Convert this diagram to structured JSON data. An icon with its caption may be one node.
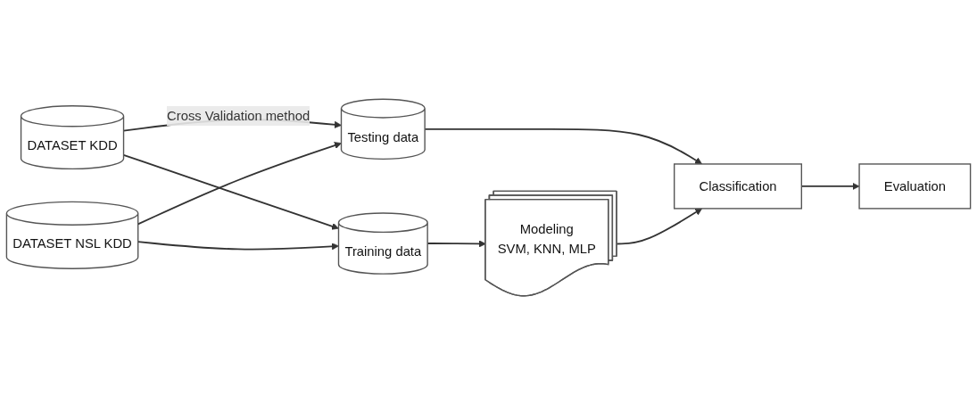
{
  "diagram": {
    "nodes": [
      {
        "text": [
          "DATASET KDD"
        ]
      },
      {
        "text": [
          "DATASET NSL KDD"
        ]
      },
      {
        "text": [
          "Testing data"
        ]
      },
      {
        "text": [
          "Training data"
        ]
      },
      {
        "text": [
          "Classification"
        ]
      },
      {
        "text": [
          "Evaluation"
        ]
      },
      {
        "text": [
          "Modeling",
          "SVM, KNN, MLP"
        ]
      }
    ],
    "edges": [
      {
        "from": 0,
        "to": 2,
        "arrow": "to",
        "label": "Cross Validation method"
      },
      {
        "from": 0,
        "to": 3,
        "arrow": "to"
      },
      {
        "from": 1,
        "to": 2,
        "arrow": "to"
      },
      {
        "from": 1,
        "to": 3,
        "arrow": "to"
      },
      {
        "from": 2,
        "to": 4,
        "arrow": "to"
      },
      {
        "from": 3,
        "to": 6,
        "arrow": "to"
      },
      {
        "from": 6,
        "to": 4,
        "arrow": "to"
      },
      {
        "from": 4,
        "to": 5,
        "arrow": "to"
      }
    ]
  }
}
